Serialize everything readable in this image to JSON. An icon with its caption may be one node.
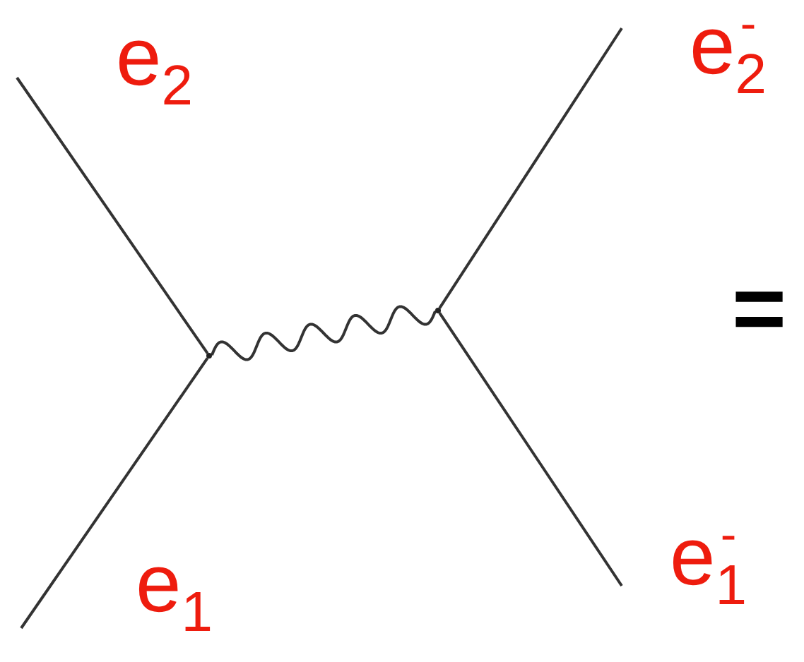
{
  "diagram": {
    "nodes": [
      {
        "text": [],
        "shape": "point"
      },
      {
        "text": [],
        "shape": "point"
      }
    ],
    "edges": [
      {
        "from": null,
        "to": 0,
        "arrow": "none"
      },
      {
        "from": null,
        "to": 0,
        "arrow": "none"
      },
      {
        "from": 0,
        "to": 1,
        "arrow": "none"
      },
      {
        "from": 1,
        "to": null,
        "arrow": "none"
      },
      {
        "from": 1,
        "to": null,
        "arrow": "none"
      }
    ],
    "labels": [
      "e$_{2}$",
      "e$_{2}$$^{-}$",
      "=",
      "e$_{1}$",
      "e$_{1}$$^{-}$"
    ]
  }
}
